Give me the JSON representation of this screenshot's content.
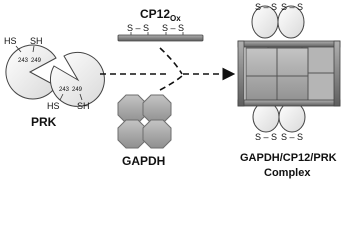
{
  "prk": {
    "label": "PRK",
    "left": {
      "sh_a": "HS",
      "sh_b": "SH",
      "res_a": "243",
      "res_b": "249"
    },
    "right": {
      "sh_a": "HS",
      "sh_b": "SH",
      "res_a": "243",
      "res_b": "249"
    }
  },
  "cp12": {
    "label_main": "CP12",
    "label_sub": "Ox",
    "bond_left": "S – S",
    "bond_right": "S – S"
  },
  "gapdh": {
    "label": "GAPDH"
  },
  "complex": {
    "label_line1": "GAPDH/CP12/PRK",
    "label_line2": "Complex",
    "top_bonds": [
      "S – S",
      "S – S"
    ],
    "bottom_bonds": [
      "S – S",
      "S – S"
    ]
  },
  "colors": {
    "gapdh_fill": "#a6a6a6",
    "gapdh_stroke": "#6e6e6e",
    "cp12_fill": "#8c8c8c",
    "complex_frame": "#6f6f6f",
    "arrow": "#111111"
  }
}
